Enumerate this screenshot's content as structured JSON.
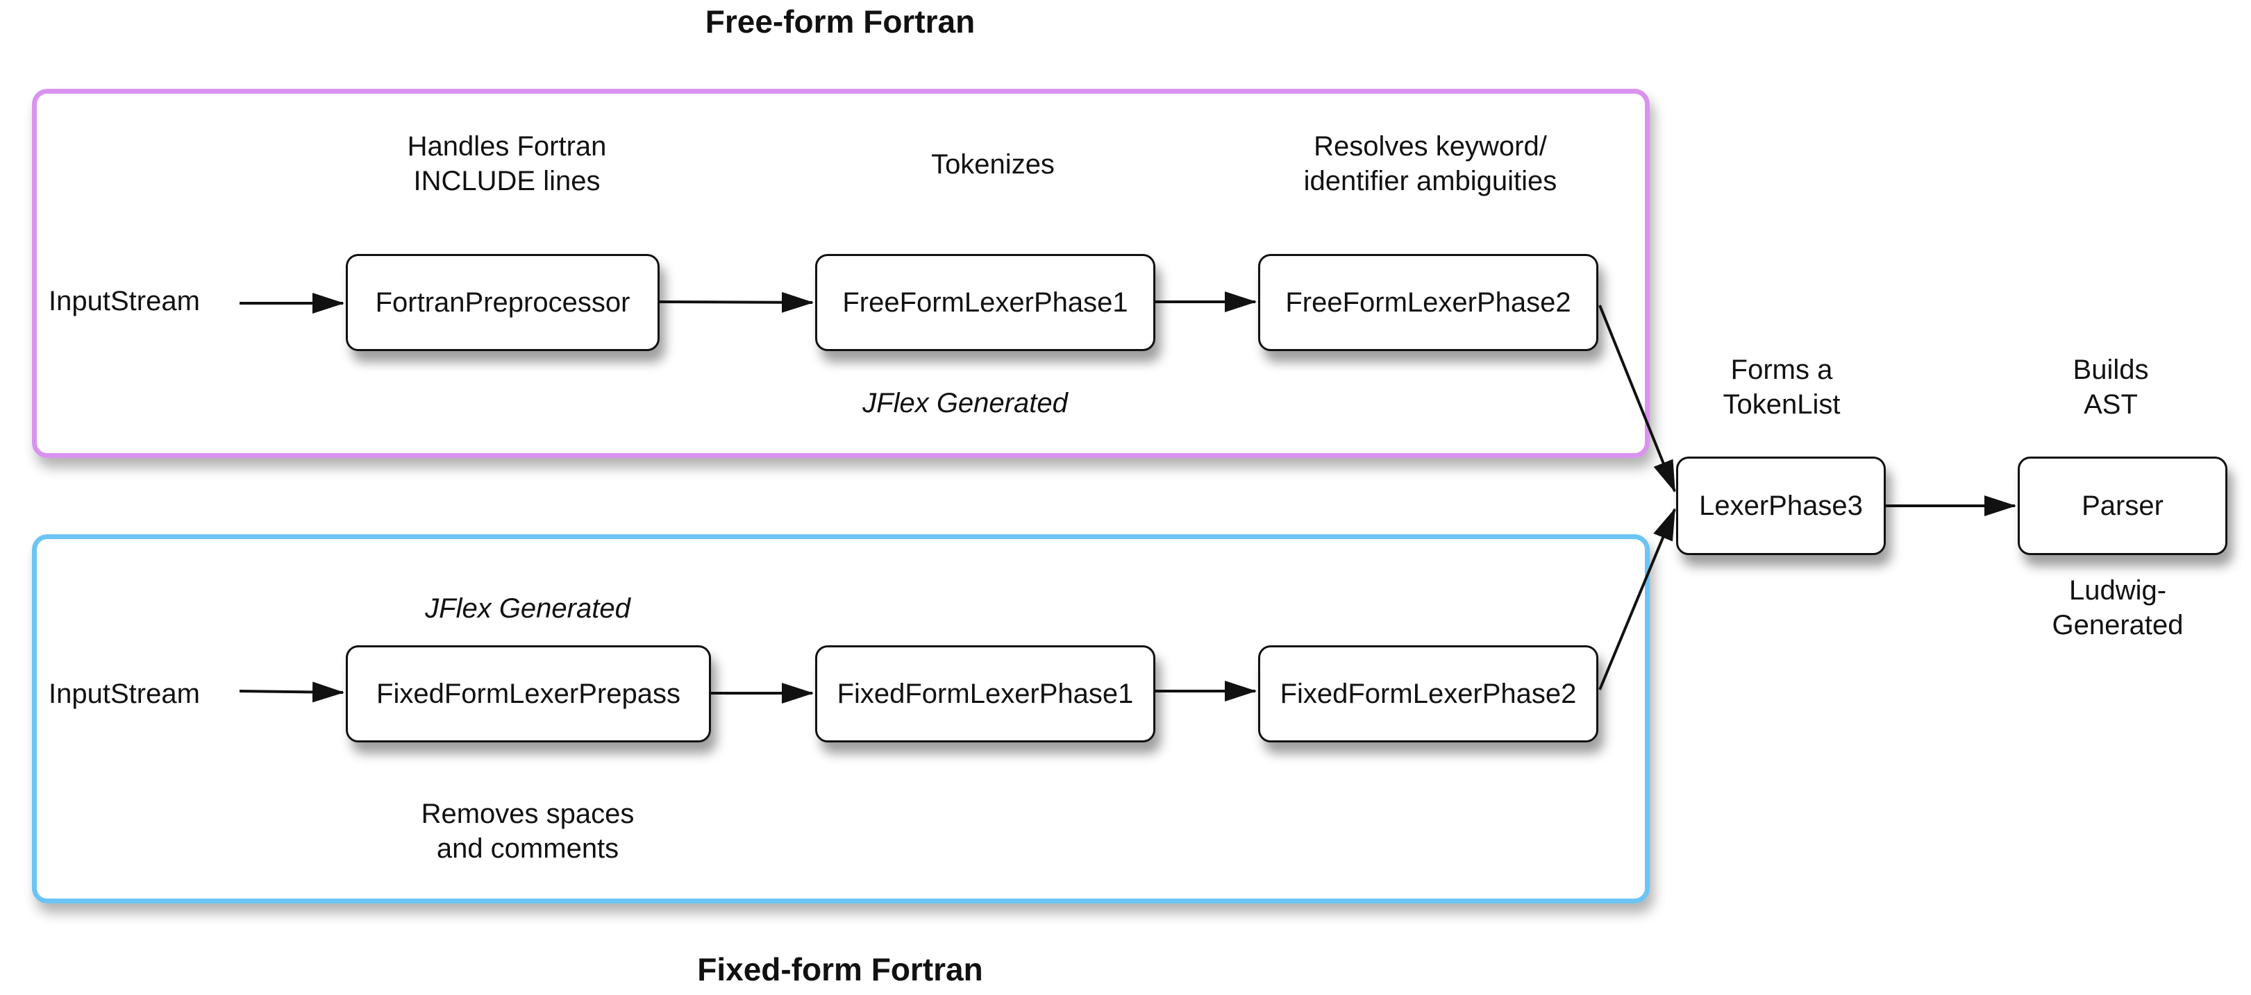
{
  "titles": {
    "free_form": "Free-form Fortran",
    "fixed_form": "Fixed-form Fortran"
  },
  "colors": {
    "free_form_border": "#d993ef",
    "fixed_form_border": "#6cc4f4",
    "node_border": "#111111",
    "arrow": "#111111"
  },
  "free_form": {
    "input": "InputStream",
    "nodes": {
      "preprocessor": "FortranPreprocessor",
      "phase1": "FreeFormLexerPhase1",
      "phase2": "FreeFormLexerPhase2"
    },
    "annotations": {
      "preprocessor": "Handles Fortran\nINCLUDE lines",
      "phase1": "Tokenizes",
      "phase2": "Resolves keyword/\nidentifier ambiguities",
      "jflex": "JFlex Generated"
    }
  },
  "fixed_form": {
    "input": "InputStream",
    "nodes": {
      "prepass": "FixedFormLexerPrepass",
      "phase1": "FixedFormLexerPhase1",
      "phase2": "FixedFormLexerPhase2"
    },
    "annotations": {
      "jflex": "JFlex Generated",
      "prepass": "Removes spaces\nand comments"
    }
  },
  "shared": {
    "nodes": {
      "lexer_phase3": "LexerPhase3",
      "parser": "Parser"
    },
    "annotations": {
      "lexer_phase3": "Forms a\nTokenList",
      "parser_top": "Builds\nAST",
      "parser_bottom": "Ludwig-\nGenerated"
    }
  }
}
